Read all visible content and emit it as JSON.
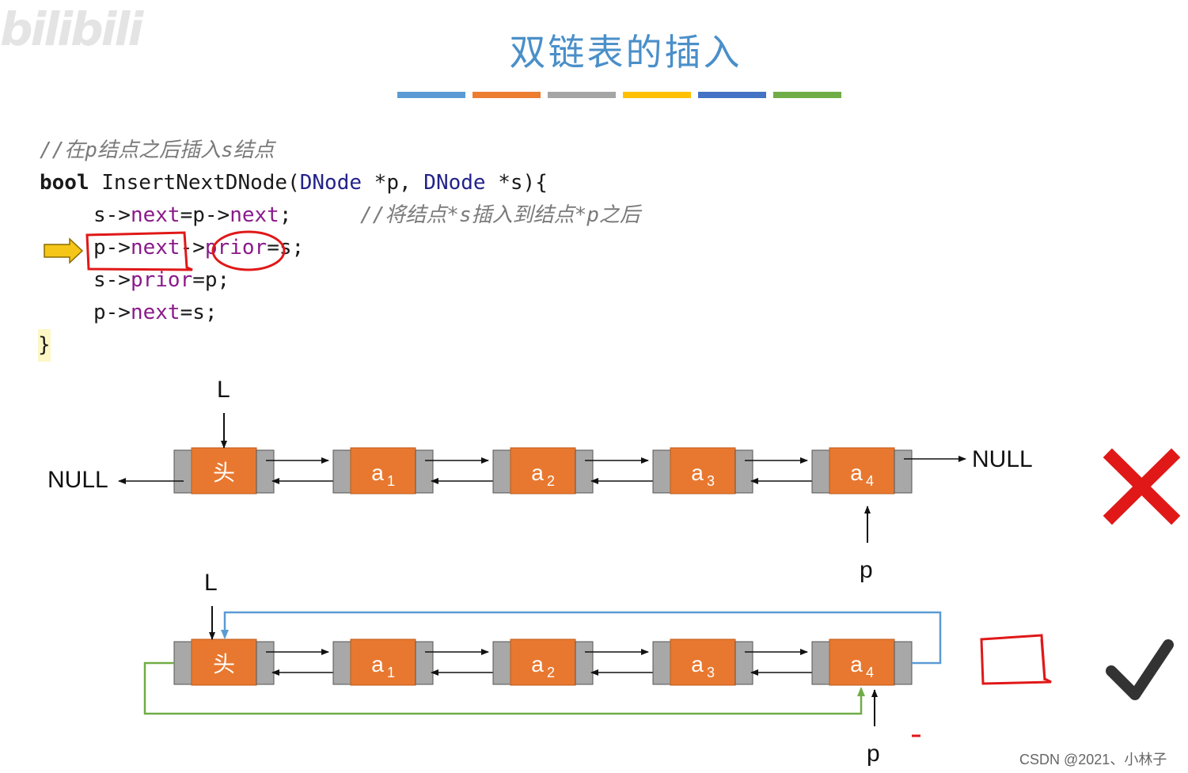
{
  "watermark_logo": "bilibili",
  "title": "双链表的插入",
  "title_bar_colors": [
    "#5b9bd5",
    "#ed7d31",
    "#a5a5a5",
    "#ffc000",
    "#4472c4",
    "#70ad47"
  ],
  "code": {
    "comment_header": "//在p结点之后插入s结点",
    "signature": {
      "keyword": "bool",
      "fn": " InsertNextDNode(",
      "type1": "DNode",
      "arg1": " *p, ",
      "type2": "DNode",
      "arg2": " *s){"
    },
    "line1": {
      "a": "s->",
      "b": "next",
      "c": "=p->",
      "d": "next",
      "e": ";",
      "comment": "//将结点*s插入到结点*p之后"
    },
    "line2": {
      "a": "p->",
      "b": "next",
      "c": "->",
      "d": "prior",
      "e": "=s;"
    },
    "line3": {
      "a": "s->",
      "b": "prior",
      "c": "=p;"
    },
    "line4": {
      "a": "p->",
      "b": "next",
      "c": "=s;"
    },
    "close_brace": "}"
  },
  "diagram1": {
    "head_pointer_label": "L",
    "left_null": "NULL",
    "right_null": "NULL",
    "p_label": "p",
    "nodes": [
      {
        "label": "头",
        "sub": ""
      },
      {
        "label": "a",
        "sub": "1"
      },
      {
        "label": "a",
        "sub": "2"
      },
      {
        "label": "a",
        "sub": "3"
      },
      {
        "label": "a",
        "sub": "4"
      }
    ],
    "verdict": "wrong"
  },
  "diagram2": {
    "head_pointer_label": "L",
    "p_label": "p",
    "nodes": [
      {
        "label": "头",
        "sub": ""
      },
      {
        "label": "a",
        "sub": "1"
      },
      {
        "label": "a",
        "sub": "2"
      },
      {
        "label": "a",
        "sub": "3"
      },
      {
        "label": "a",
        "sub": "4"
      }
    ],
    "verdict": "correct",
    "loop_next_color": "#5b9bd5",
    "loop_prior_color": "#70ad47"
  },
  "colors": {
    "node_fill": "#e8782f",
    "node_side": "#a8a8a8",
    "annotation_red": "#e01818"
  },
  "csdn_watermark": "CSDN @2021、小林子"
}
